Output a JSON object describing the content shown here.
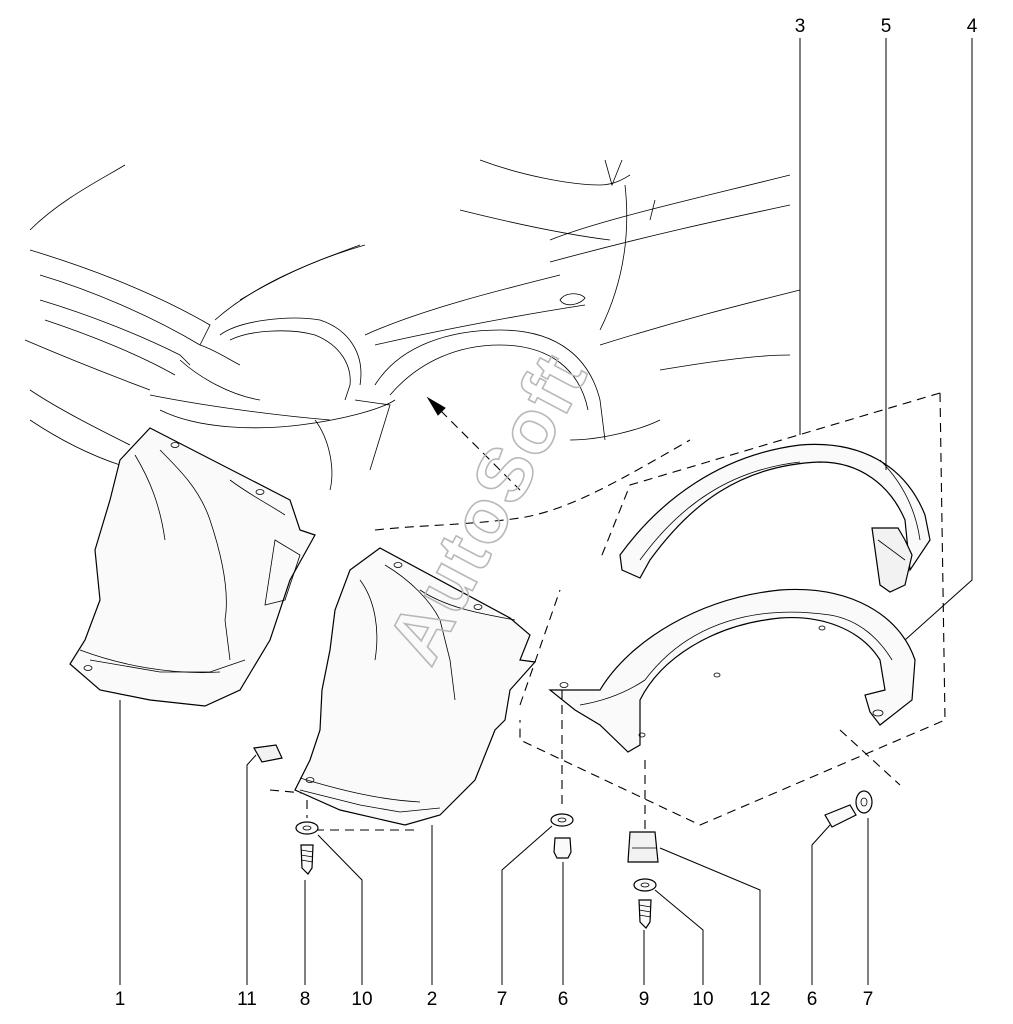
{
  "watermark": "AutoSoft",
  "callouts": [
    {
      "id": "c1",
      "text": "1"
    },
    {
      "id": "c11",
      "text": "11"
    },
    {
      "id": "c8",
      "text": "8"
    },
    {
      "id": "c10a",
      "text": "10"
    },
    {
      "id": "c2",
      "text": "2"
    },
    {
      "id": "c7a",
      "text": "7"
    },
    {
      "id": "c6a",
      "text": "6"
    },
    {
      "id": "c9",
      "text": "9"
    },
    {
      "id": "c10b",
      "text": "10"
    },
    {
      "id": "c12",
      "text": "12"
    },
    {
      "id": "c6b",
      "text": "6"
    },
    {
      "id": "c7b",
      "text": "7"
    },
    {
      "id": "c3",
      "text": "3"
    },
    {
      "id": "c5",
      "text": "5"
    },
    {
      "id": "c4",
      "text": "4"
    }
  ]
}
